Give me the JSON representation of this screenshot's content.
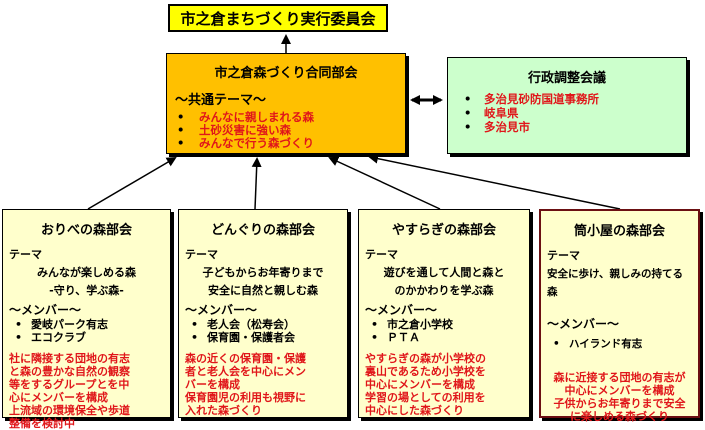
{
  "top": {
    "title": "市之倉まちづくり実行委員会"
  },
  "joint": {
    "title": "市之倉森づくり合同部会",
    "theme_label": "～共通テーマ～",
    "items": [
      "みんなに親しまれる森",
      "土砂災害に強い森",
      "みんなで行う森づくり"
    ]
  },
  "admin": {
    "title": "行政調整会議",
    "items": [
      "多治見砂防国道事務所",
      "岐阜県",
      "多治見市"
    ]
  },
  "committees": [
    {
      "title": "おりべの森部会",
      "theme_label": "テーマ",
      "theme_lines": [
        "みんなが楽しめる森",
        "-守り、学ぶ森-"
      ],
      "members_label": "～メンバー～",
      "members": [
        "愛岐パーク有志",
        "エコクラブ"
      ],
      "desc_lines": [
        "社に隣接する団地の有志",
        "と森の豊かな自然の観察",
        "等をするグループとを中",
        "心にメンバーを構成",
        "上流域の環境保全や歩道",
        "整備を検討中"
      ]
    },
    {
      "title": "どんぐりの森部会",
      "theme_label": "テーマ",
      "theme_lines": [
        "子どもからお年寄りまで",
        "安全に自然と親しむ森"
      ],
      "members_label": "～メンバー～",
      "members": [
        "老人会（松寿会）",
        "保育園・保護者会"
      ],
      "desc_lines": [
        "森の近くの保育園・保護",
        "者と老人会を中心にメン",
        "バーを構成",
        "保育園児の利用も視野に",
        "入れた森づくり"
      ]
    },
    {
      "title": "やすらぎの森部会",
      "theme_label": "テーマ",
      "theme_lines": [
        "遊びを通して人間と森と",
        "のかかわりを学ぶ森"
      ],
      "members_label": "～メンバー～",
      "members": [
        "市之倉小学校",
        "ＰＴＡ"
      ],
      "desc_lines": [
        "やすらぎの森が小学校の",
        "裏山であるため小学校を",
        "中心にメンバーを構成",
        "学習の場としての利用を",
        "中心にした森づくり"
      ]
    },
    {
      "title": "筒小屋の森部会",
      "theme_label": "テーマ",
      "theme_lines": [
        "安全に歩け、親しみの持てる森"
      ],
      "members_label": "～メンバー～",
      "members": [
        "ハイランド有志"
      ],
      "desc_lines": [
        "森に近接する団地の有志が",
        "中心にメンバーを構成",
        "子供からお年寄りまで安全",
        "に楽しめる森づくり"
      ]
    }
  ]
}
